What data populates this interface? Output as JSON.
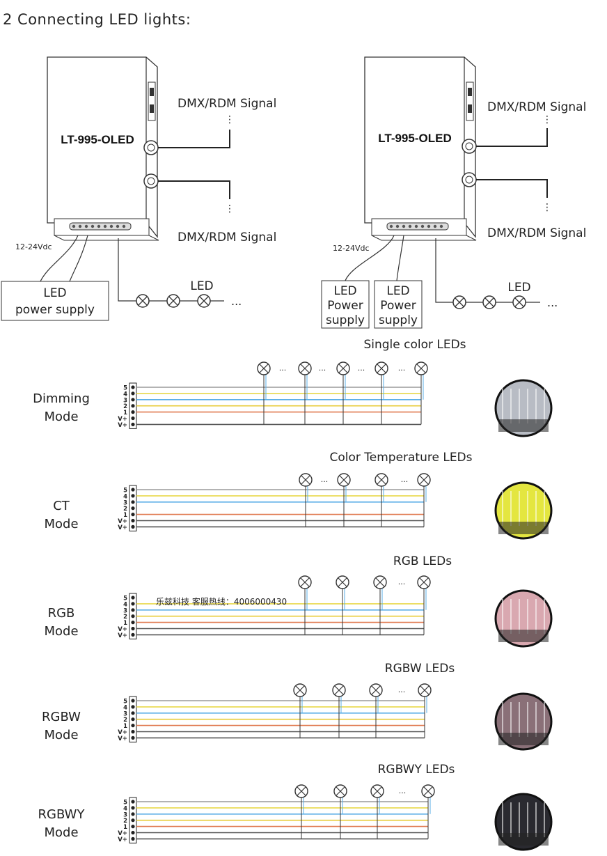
{
  "heading": "2 Connecting LED lights:",
  "wiring": {
    "left": {
      "device_label": "LT-995-OLED",
      "signal_in": "DMX/RDM Signal",
      "signal_out": "DMX/RDM Signal",
      "voltage": "12-24Vdc",
      "power_lines": [
        "LED",
        "power supply"
      ],
      "led_label": "LED",
      "ellipsis": "..."
    },
    "right": {
      "device_label": "LT-995-OLED",
      "signal_in": "DMX/RDM Signal",
      "signal_out": "DMX/RDM Signal",
      "voltage": "12-24Vdc",
      "power_a": [
        "LED",
        "Power",
        "supply"
      ],
      "power_b": [
        "LED",
        "Power",
        "supply"
      ],
      "led_label": "LED",
      "ellipsis": "..."
    }
  },
  "terminal_labels": [
    "5",
    "4",
    "3",
    "2",
    "1",
    "V+",
    "V+"
  ],
  "watermark": "乐兹科技 客服热线：4006000430",
  "modes": [
    {
      "id": "dimming",
      "title": "Single color LEDs",
      "label": [
        "Dimming",
        "Mode"
      ],
      "photo_color": "#b8bcc4"
    },
    {
      "id": "ct",
      "title": "Color Temperature LEDs",
      "label": [
        "CT",
        "Mode"
      ],
      "photo_color": "#e4e640"
    },
    {
      "id": "rgb",
      "title": "RGB LEDs",
      "label": [
        "RGB",
        "Mode"
      ],
      "photo_color": "#d9a8b0"
    },
    {
      "id": "rgbw",
      "title": "RGBW LEDs",
      "label": [
        "RGBW",
        "Mode"
      ],
      "photo_color": "#8a7078"
    },
    {
      "id": "rgbwy",
      "title": "RGBWY LEDs",
      "label": [
        "RGBWY",
        "Mode"
      ],
      "photo_color": "#2a2a30"
    }
  ],
  "colors": {
    "terminal_5": "#9a9a9a",
    "terminal_4": "#e8d84a",
    "terminal_3": "#5aaee6",
    "terminal_2": "#e8cc3a",
    "terminal_1": "#e07a50",
    "terminal_v": "#555555",
    "line": "#333333"
  }
}
